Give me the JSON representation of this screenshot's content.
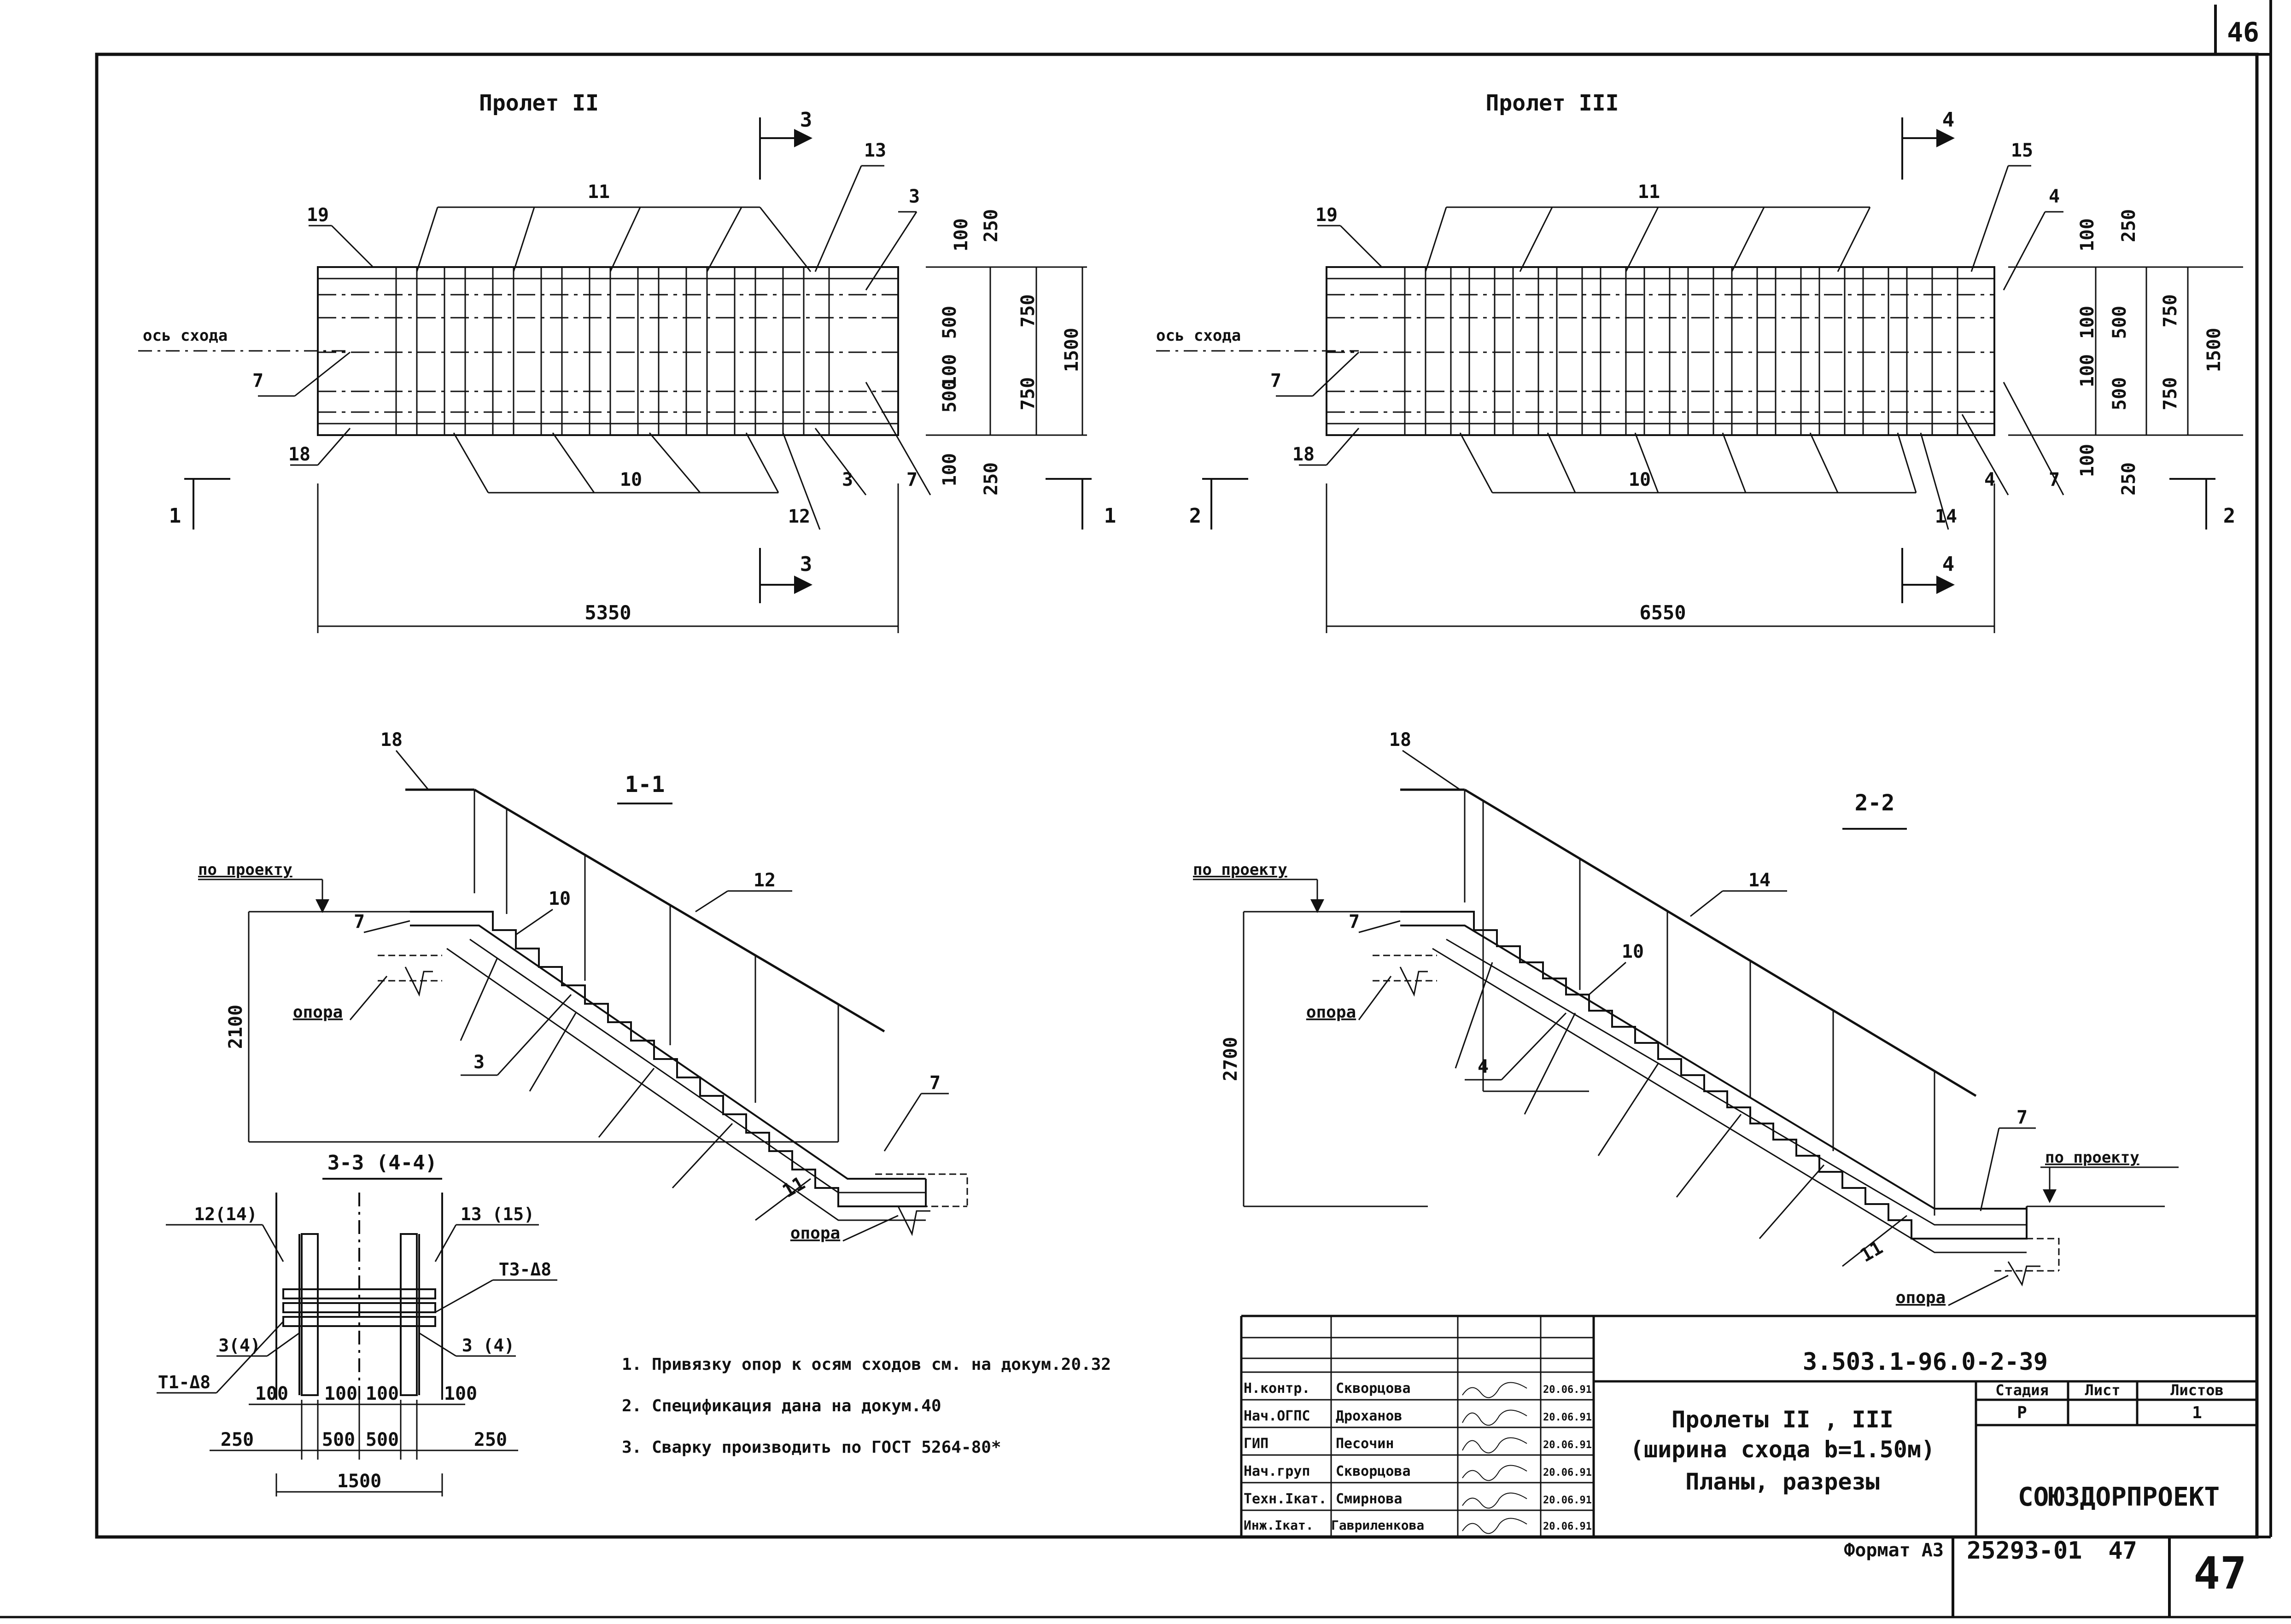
{
  "sheet": {
    "page_number_top": "46",
    "page_number_bottom": "47",
    "format_label": "Формат А3",
    "inventory_number": "25293-01",
    "inventory_sheet": "47"
  },
  "plan_ii": {
    "title": "Пролет II",
    "axis_label": "ось схода",
    "total_length": "5350",
    "section_mark_1": "1",
    "section_mark_3": "3",
    "dims": [
      "100",
      "500",
      "100",
      "500",
      "100",
      "250",
      "750",
      "750",
      "250",
      "1500"
    ],
    "callouts": [
      "19",
      "11",
      "13",
      "3",
      "7",
      "18",
      "10",
      "12",
      "3",
      "7"
    ]
  },
  "plan_iii": {
    "title": "Пролет III",
    "axis_label": "ось схода",
    "total_length": "6550",
    "section_mark_2": "2",
    "section_mark_4": "4",
    "dims": [
      "100",
      "100",
      "500",
      "100",
      "500",
      "100",
      "250",
      "750",
      "750",
      "250",
      "1500"
    ],
    "callouts": [
      "19",
      "11",
      "15",
      "4",
      "7",
      "18",
      "10",
      "14",
      "4",
      "7"
    ]
  },
  "section_1_1": {
    "title": "1-1",
    "height": "2100",
    "level_label": "по проекту",
    "support_label": "опора",
    "callouts": [
      "18",
      "7",
      "10",
      "12",
      "3",
      "7",
      "11"
    ]
  },
  "section_2_2": {
    "title": "2-2",
    "height": "2700",
    "level_label": "по проекту",
    "support_label": "опора",
    "callouts": [
      "18",
      "7",
      "10",
      "14",
      "4",
      "7",
      "11"
    ]
  },
  "section_3_3": {
    "title": "3-3 (4-4)",
    "labels": [
      "12(14)",
      "13 (15)",
      "Т3-Δ8",
      "3(4)",
      "3 (4)",
      "Т1-Δ8"
    ],
    "dims_top": [
      "100",
      "100",
      "100",
      "100"
    ],
    "dims_mid": [
      "250",
      "500",
      "500",
      "250"
    ],
    "dims_total": "1500"
  },
  "notes": [
    "1.  Привязку опор к осям сходов см. на докум.20.32",
    "2.  Спецификация дана на докум.40",
    "3.  Сварку производить по ГОСТ 5264-80*"
  ],
  "title_block": {
    "document_code": "3.503.1-96.0-2-39",
    "title_line1": "Пролеты II , III",
    "title_line2": "(ширина схода b=1.50м)",
    "title_line3": "Планы, разрезы",
    "stage_header": "Стадия",
    "sheet_header": "Лист",
    "sheets_header": "Листов",
    "stage_value": "Р",
    "sheets_value": "1",
    "organization": "СОЮЗДОРПРОЕКТ",
    "signers": [
      {
        "role": "Н.контр.",
        "name": "Скворцова",
        "date": "20.06.91"
      },
      {
        "role": "Нач.ОГПС",
        "name": "Дроханов",
        "date": "20.06.91"
      },
      {
        "role": "ГИП",
        "name": "Песочин",
        "date": "20.06.91"
      },
      {
        "role": "Нач.груп",
        "name": "Скворцова",
        "date": "20.06.91"
      },
      {
        "role": "Техн.Iкат.",
        "name": "Смирнова",
        "date": "20.06.91"
      },
      {
        "role": "Инж.Iкат.",
        "name": "Гавриленкова",
        "date": "20.06.91"
      }
    ]
  }
}
